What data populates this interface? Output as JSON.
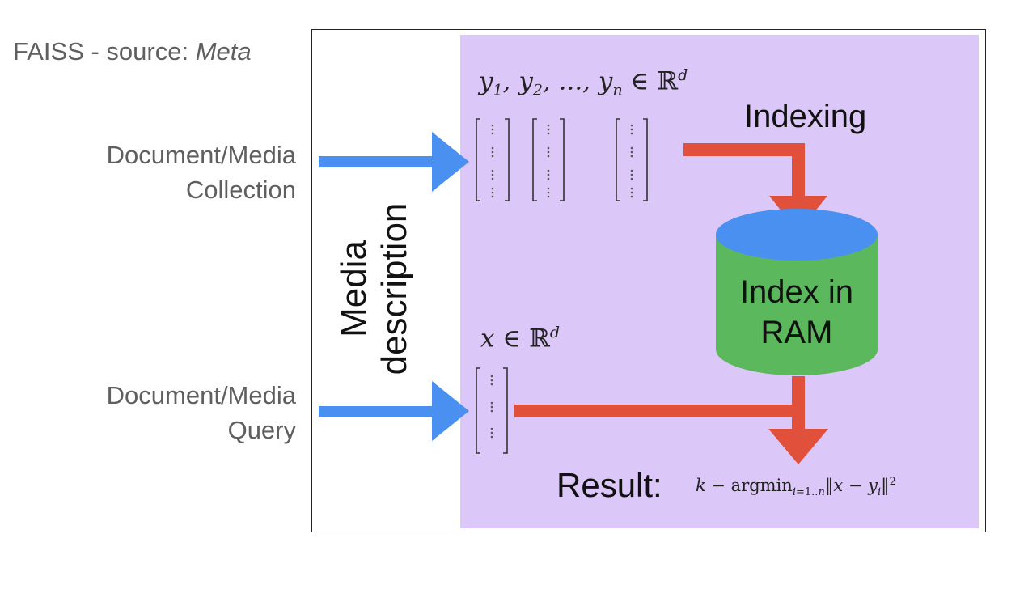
{
  "caption": {
    "prefix": "FAISS - source: ",
    "source": "Meta"
  },
  "inputs": {
    "collection_line1": "Document/Media",
    "collection_line2": "Collection",
    "query_line1": "Document/Media",
    "query_line2": "Query"
  },
  "diagram": {
    "encoder_line1": "Media",
    "encoder_line2": "description",
    "collection_vectors": "y1, y2, ..., yn ∈ ℝd",
    "query_vector": "x ∈ ℝd",
    "indexing_label": "Indexing",
    "index_line1": "Index in",
    "index_line2": "RAM",
    "result_label": "Result:",
    "result_formula": "k − argmin i=1..n ‖x − yi‖2"
  },
  "colors": {
    "panel": "#dcc8f8",
    "input_arrow": "#4a90f0",
    "flow_arrow": "#e0503a",
    "cylinder_body": "#5cb85c",
    "cylinder_top": "#4a90f0",
    "label_gray": "#5f5f5f"
  }
}
